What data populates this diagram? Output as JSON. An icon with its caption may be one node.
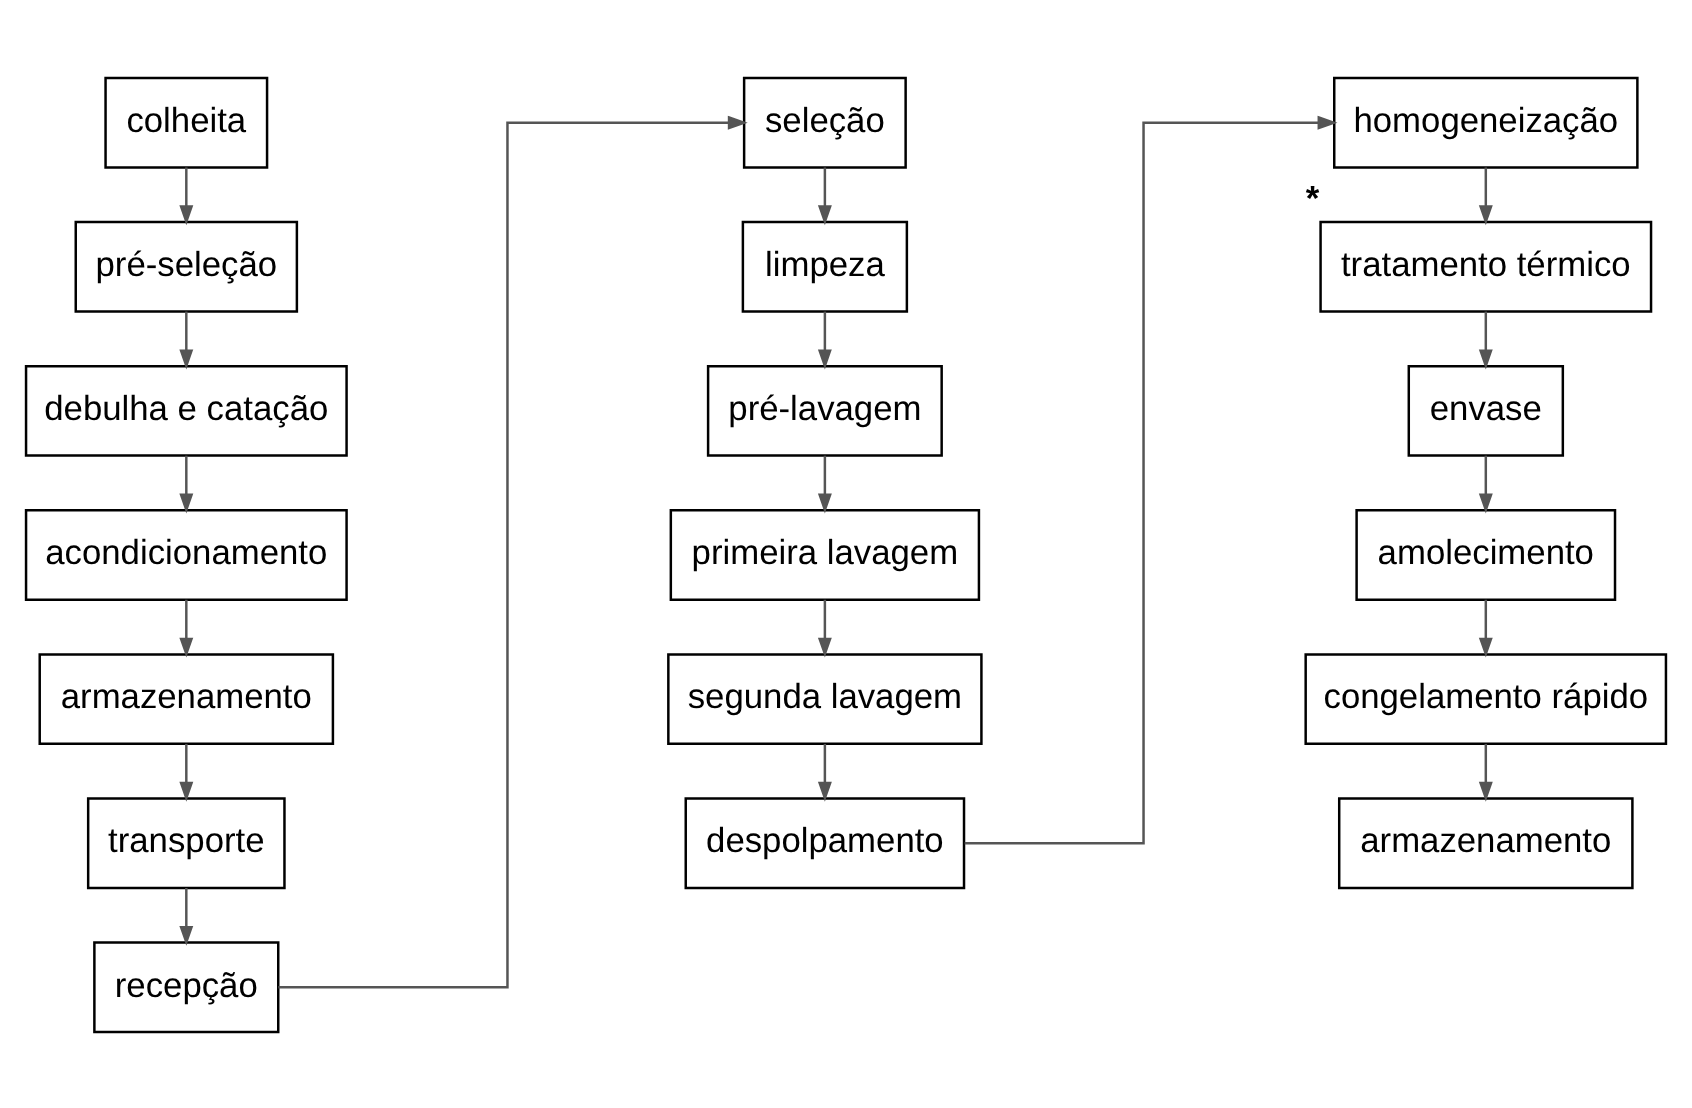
{
  "diagram": {
    "nodes": [
      {
        "text": [
          "colheita"
        ]
      },
      {
        "text": [
          "pré-seleção"
        ]
      },
      {
        "text": [
          "debulha e catação"
        ]
      },
      {
        "text": [
          "acondicionamento"
        ]
      },
      {
        "text": [
          "armazenamento"
        ]
      },
      {
        "text": [
          "transporte"
        ]
      },
      {
        "text": [
          "recepção"
        ]
      },
      {
        "text": [
          "seleção"
        ]
      },
      {
        "text": [
          "limpeza"
        ]
      },
      {
        "text": [
          "pré-lavagem"
        ]
      },
      {
        "text": [
          "primeira lavagem"
        ]
      },
      {
        "text": [
          "segunda lavagem"
        ]
      },
      {
        "text": [
          "despolpamento"
        ]
      },
      {
        "text": [
          "homogeneização"
        ]
      },
      {
        "text": [
          "tratamento térmico"
        ],
        "beside": [
          "*"
        ]
      },
      {
        "text": [
          "envase"
        ]
      },
      {
        "text": [
          "amolecimento"
        ]
      },
      {
        "text": [
          "congelamento rápido"
        ]
      },
      {
        "text": [
          "armazenamento"
        ]
      }
    ],
    "edges": [
      {
        "from": 0,
        "to": 1,
        "arrow": "to"
      },
      {
        "from": 1,
        "to": 2,
        "arrow": "to"
      },
      {
        "from": 2,
        "to": 3,
        "arrow": "to"
      },
      {
        "from": 3,
        "to": 4,
        "arrow": "to"
      },
      {
        "from": 4,
        "to": 5,
        "arrow": "to"
      },
      {
        "from": 5,
        "to": 6,
        "arrow": "to"
      },
      {
        "from": 6,
        "to": 7,
        "arrow": "to"
      },
      {
        "from": 7,
        "to": 8,
        "arrow": "to"
      },
      {
        "from": 8,
        "to": 9,
        "arrow": "to"
      },
      {
        "from": 9,
        "to": 10,
        "arrow": "to"
      },
      {
        "from": 10,
        "to": 11,
        "arrow": "to"
      },
      {
        "from": 11,
        "to": 12,
        "arrow": "to"
      },
      {
        "from": 12,
        "to": 13,
        "arrow": "to"
      },
      {
        "from": 13,
        "to": 14,
        "arrow": "to"
      },
      {
        "from": 14,
        "to": 15,
        "arrow": "to"
      },
      {
        "from": 15,
        "to": 16,
        "arrow": "to"
      },
      {
        "from": 16,
        "to": 17,
        "arrow": "to"
      },
      {
        "from": 17,
        "to": 18,
        "arrow": "to"
      }
    ]
  }
}
